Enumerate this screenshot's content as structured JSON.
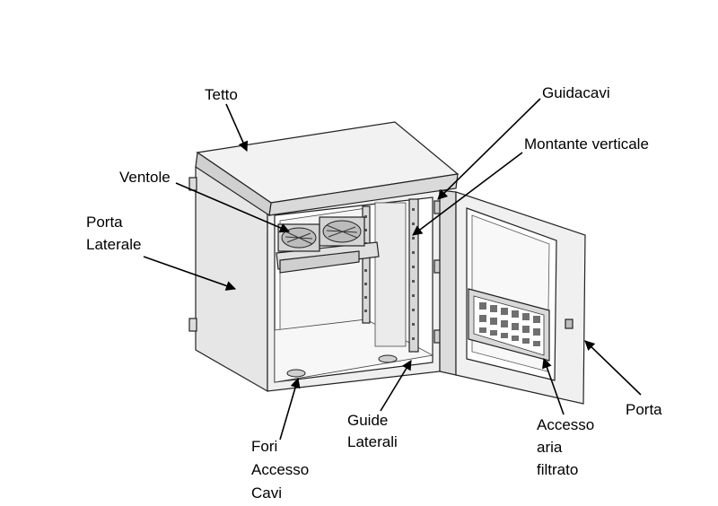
{
  "labels": {
    "tetto": "Tetto",
    "ventole": "Ventole",
    "porta_laterale": [
      "Porta",
      "Laterale"
    ],
    "guidacavi": "Guidacavi",
    "montante_verticale": "Montante verticale",
    "porta": "Porta",
    "fori_accesso_cavi": [
      "Fori",
      "Accesso",
      "Cavi"
    ],
    "guide_laterali": [
      "Guide",
      "Laterali"
    ],
    "accesso_aria_filtrato": [
      "Accesso",
      "aria",
      "filtrato"
    ]
  }
}
